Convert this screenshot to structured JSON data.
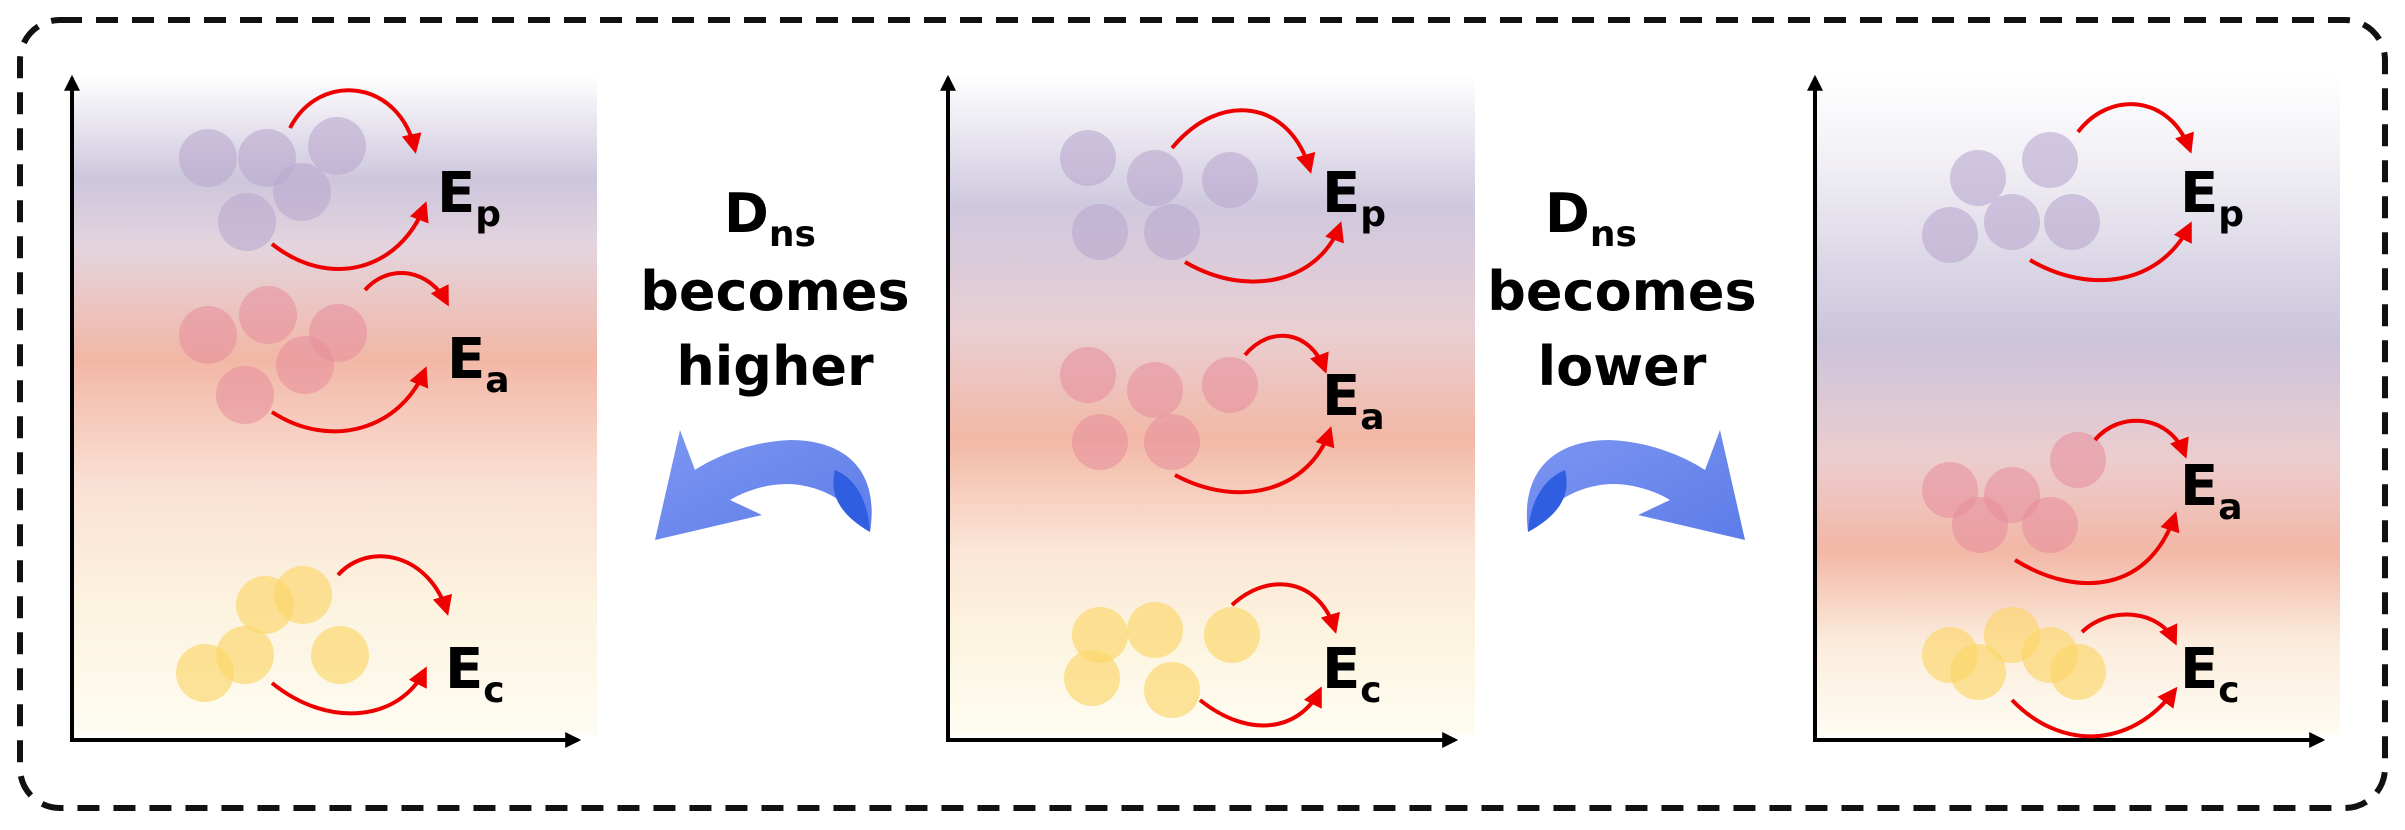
{
  "panels": [
    {
      "id": "left",
      "levels": [
        {
          "key": "p",
          "main": "E",
          "sub": "p"
        },
        {
          "key": "a",
          "main": "E",
          "sub": "a"
        },
        {
          "key": "c",
          "main": "E",
          "sub": "c"
        }
      ]
    },
    {
      "id": "middle",
      "levels": [
        {
          "key": "p",
          "main": "E",
          "sub": "p"
        },
        {
          "key": "a",
          "main": "E",
          "sub": "a"
        },
        {
          "key": "c",
          "main": "E",
          "sub": "c"
        }
      ]
    },
    {
      "id": "right",
      "levels": [
        {
          "key": "p",
          "main": "E",
          "sub": "p"
        },
        {
          "key": "a",
          "main": "E",
          "sub": "a"
        },
        {
          "key": "c",
          "main": "E",
          "sub": "c"
        }
      ]
    }
  ],
  "transitions": [
    {
      "symbol": "D",
      "symbol_sub": "ns",
      "line1": "becomes",
      "line2": "higher"
    },
    {
      "symbol": "D",
      "symbol_sub": "ns",
      "line1": "becomes",
      "line2": "lower"
    }
  ],
  "colors": {
    "particle_p": "#b9a8cf",
    "particle_a": "#e68c9a",
    "particle_c": "#fcd669",
    "band_p": "#cdc6dc",
    "band_a": "#f2b7a6",
    "band_c": "#fbf4d8",
    "red_arrow": "#ee0000",
    "blue_arrow": "#6f8cf0",
    "blue_arrow_dark": "#2f5fe0",
    "border": "#111111",
    "axis": "#000000"
  }
}
